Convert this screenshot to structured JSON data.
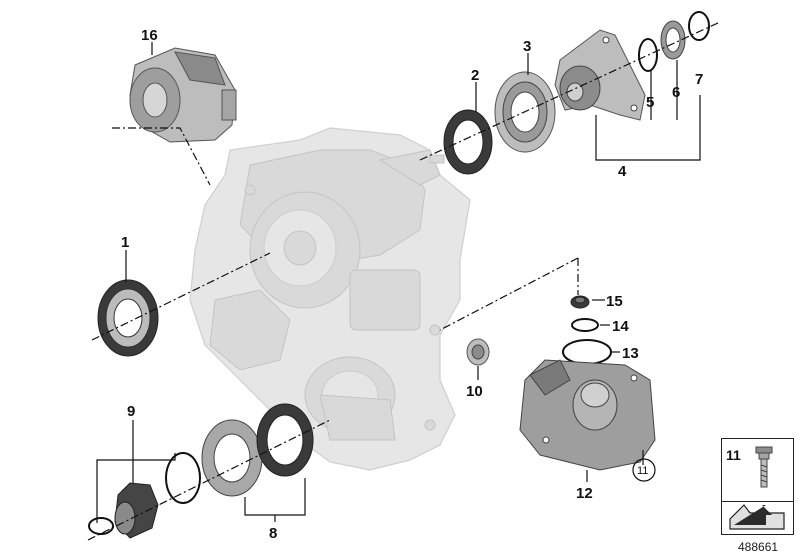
{
  "diagram": {
    "callouts": [
      {
        "id": "c16",
        "label": "16"
      },
      {
        "id": "c2",
        "label": "2"
      },
      {
        "id": "c3",
        "label": "3"
      },
      {
        "id": "c7",
        "label": "7"
      },
      {
        "id": "c5",
        "label": "5"
      },
      {
        "id": "c6",
        "label": "6"
      },
      {
        "id": "c4",
        "label": "4"
      },
      {
        "id": "c1",
        "label": "1"
      },
      {
        "id": "c15",
        "label": "15"
      },
      {
        "id": "c14",
        "label": "14"
      },
      {
        "id": "c13",
        "label": "13"
      },
      {
        "id": "c10",
        "label": "10"
      },
      {
        "id": "c9",
        "label": "9"
      },
      {
        "id": "c8",
        "label": "8"
      },
      {
        "id": "c12",
        "label": "12"
      },
      {
        "id": "c11circ",
        "label": "11"
      }
    ],
    "legend": {
      "label": "11"
    },
    "doc_id": "488661"
  },
  "colors": {
    "housing": "#e6e6e6",
    "part": "#bdbdbd",
    "dark": "#3a3a3a",
    "line": "#111111"
  }
}
